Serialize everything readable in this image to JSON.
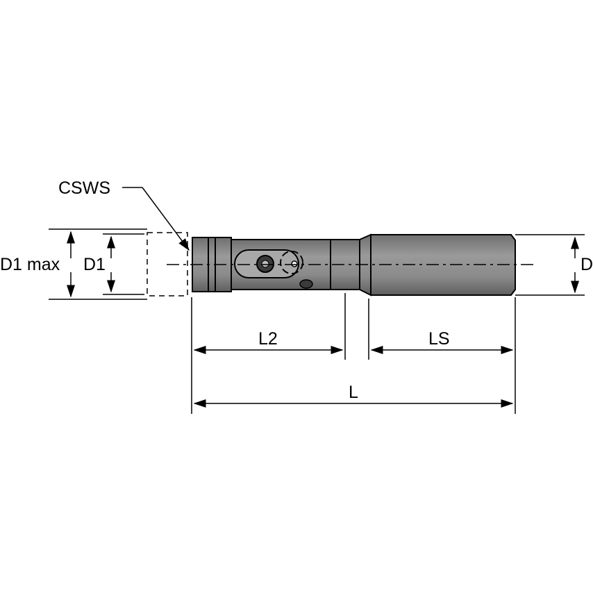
{
  "labels": {
    "csws": "CSWS",
    "d1_max": "D1 max",
    "d1": "D1",
    "d": "D",
    "l2": "L2",
    "ls": "LS",
    "l": "L"
  },
  "colors": {
    "ink": "#000000",
    "body": "#8c8c8c",
    "body_dark": "#6e6e6e",
    "background": "#ffffff"
  }
}
